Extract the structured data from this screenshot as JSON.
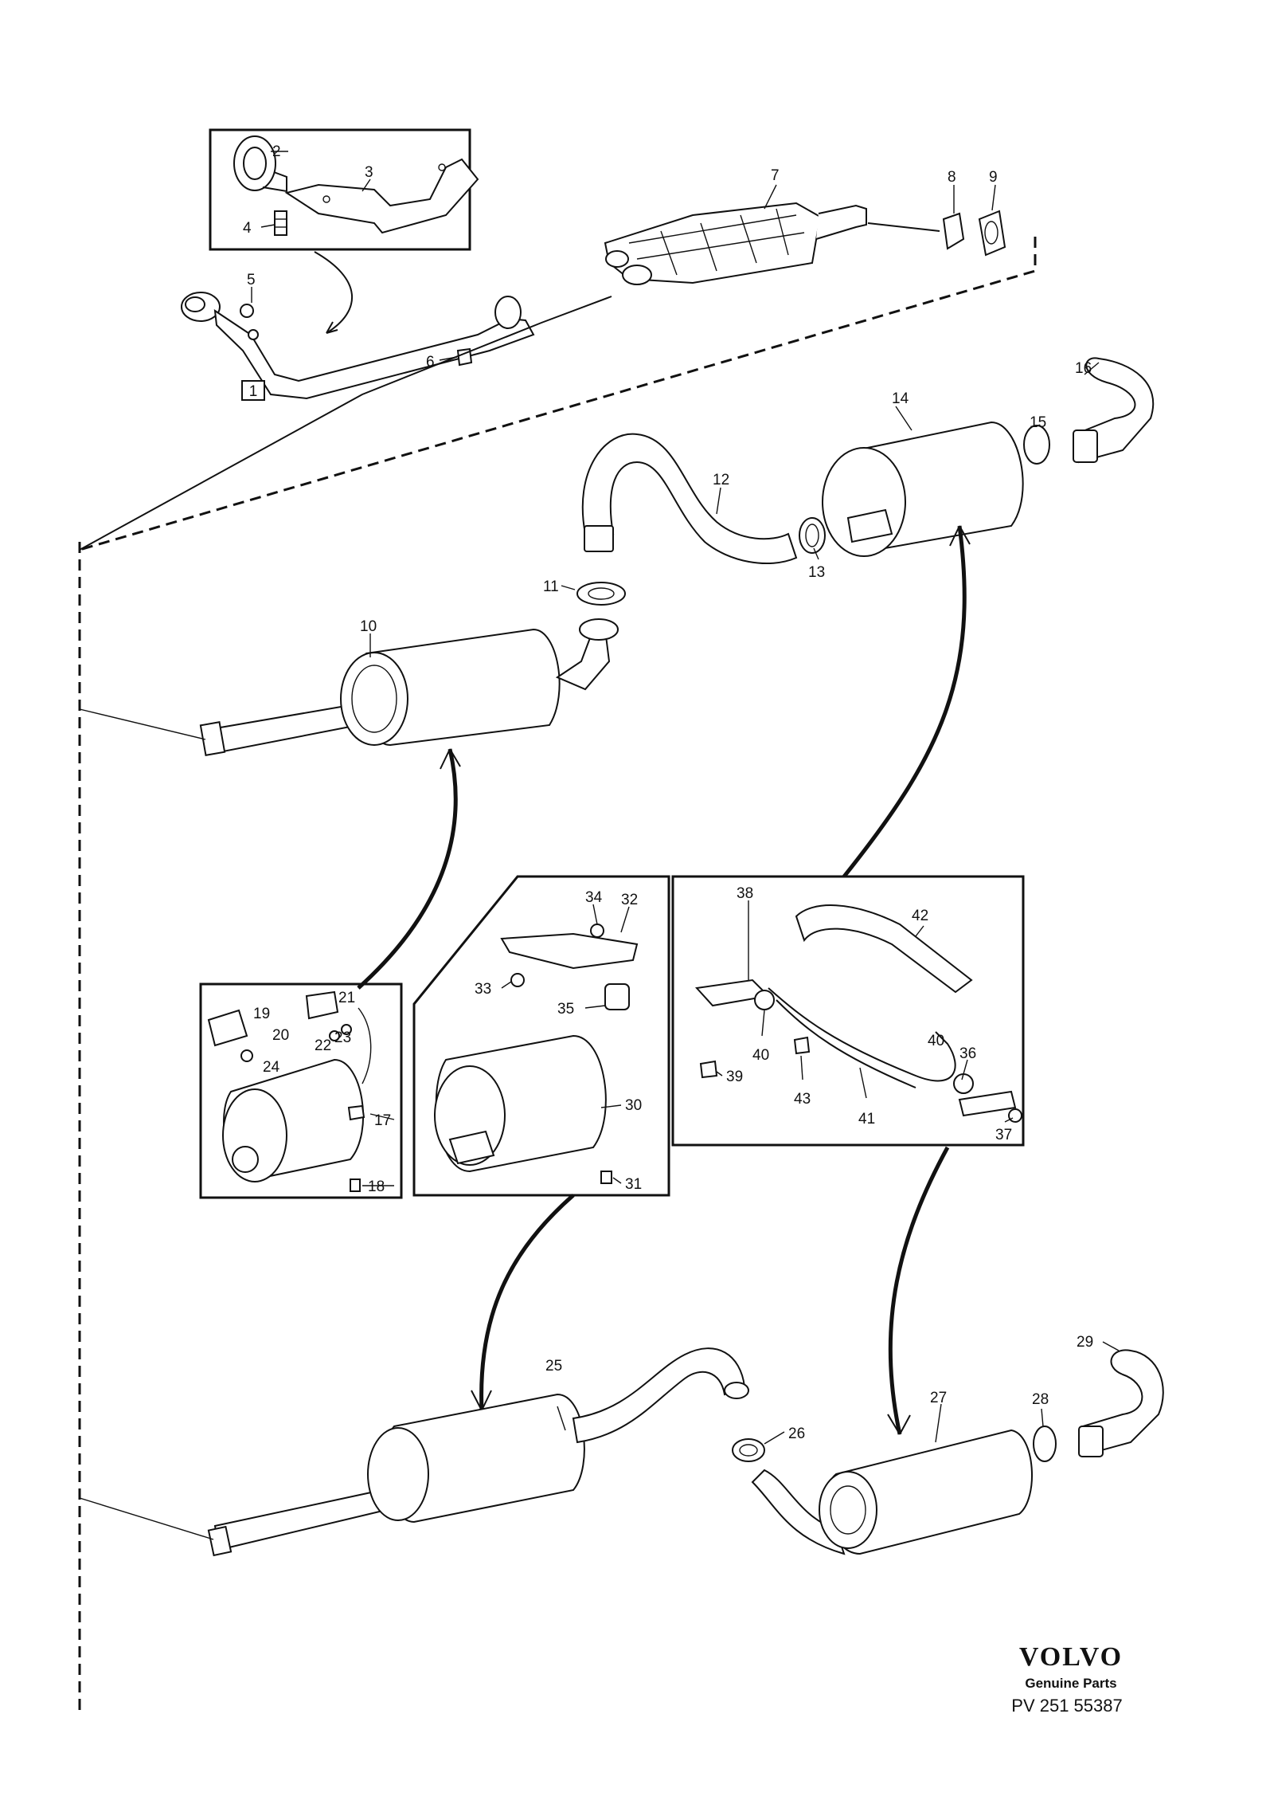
{
  "diagram": {
    "callouts": [
      "1",
      "2",
      "3",
      "4",
      "5",
      "6",
      "7",
      "8",
      "9",
      "10",
      "11",
      "12",
      "13",
      "14",
      "15",
      "16",
      "17",
      "18",
      "19",
      "20",
      "21",
      "22",
      "23",
      "24",
      "25",
      "26",
      "27",
      "28",
      "29",
      "30",
      "31",
      "32",
      "33",
      "34",
      "35",
      "36",
      "37",
      "38",
      "39",
      "40",
      "41",
      "42",
      "43"
    ],
    "brand": {
      "logo": "VOLVO",
      "tagline": "Genuine Parts",
      "document_number": "PV 251 55387"
    }
  }
}
